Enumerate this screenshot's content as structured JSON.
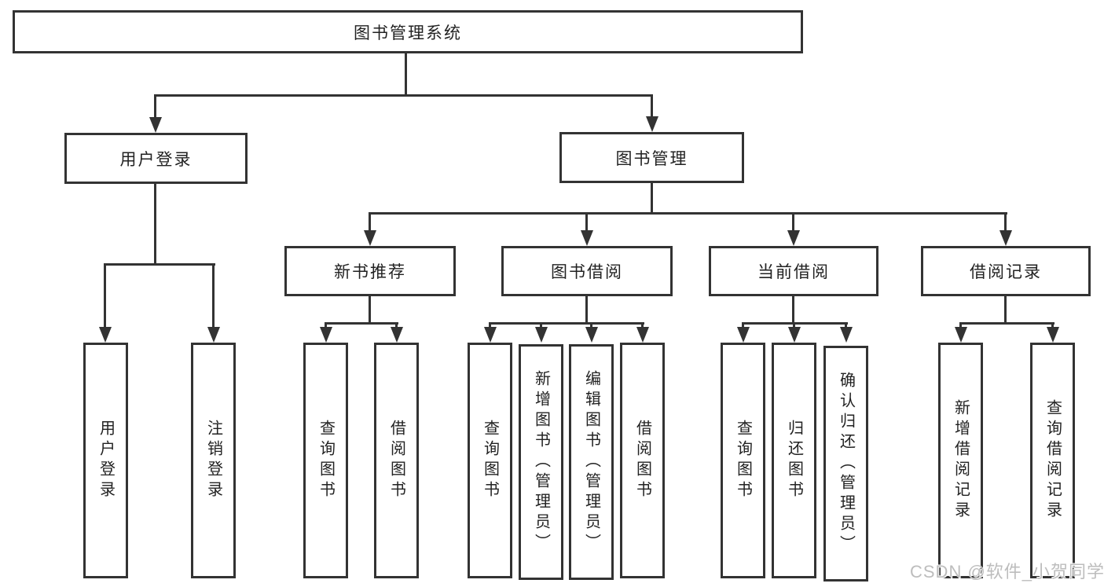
{
  "diagram": {
    "root": {
      "label": "图书管理系统"
    },
    "level2": [
      {
        "label": "用户登录"
      },
      {
        "label": "图书管理"
      }
    ],
    "level3": [
      {
        "label": "新书推荐"
      },
      {
        "label": "图书借阅"
      },
      {
        "label": "当前借阅"
      },
      {
        "label": "借阅记录"
      }
    ],
    "leaves": [
      {
        "label": "用户登录"
      },
      {
        "label": "注销登录"
      },
      {
        "label": "查询图书"
      },
      {
        "label": "借阅图书"
      },
      {
        "label": "查询图书"
      },
      {
        "label": "新增图书（管理员）"
      },
      {
        "label": "编辑图书（管理员）"
      },
      {
        "label": "借阅图书"
      },
      {
        "label": "查询图书"
      },
      {
        "label": "归还图书"
      },
      {
        "label": "确认归还（管理员）"
      },
      {
        "label": "新增借阅记录"
      },
      {
        "label": "查询借阅记录"
      }
    ]
  },
  "watermark": {
    "text": "CSDN @软件_小贺同学"
  },
  "colors": {
    "line": "#333333",
    "border": "#333333",
    "text": "#222222",
    "watermark": "#bdbdbd",
    "background": "#ffffff"
  }
}
